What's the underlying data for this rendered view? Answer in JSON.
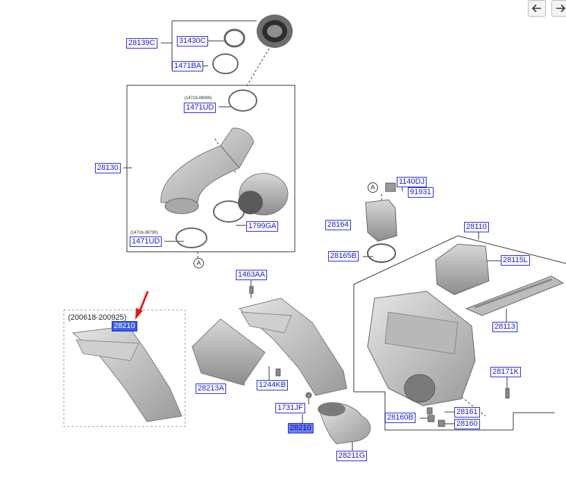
{
  "nav": {
    "back_icon": "arrow-left-icon",
    "forward_icon": "arrow-right-icon"
  },
  "colors": {
    "label_border": "#2b2bd6",
    "label_text": "#1a1ad0",
    "selected_fill": "#3b5de6",
    "pointer_arrow": "#e11b1b"
  },
  "labels": {
    "p28139C": "28139C",
    "p31430C": "31430C",
    "p1471BA": "1471BA",
    "p1471UD_top": "1471UD",
    "p28130": "28130",
    "p1799GA": "1799GA",
    "p1471UD_bottom": "1471UD",
    "p1463AA": "1463AA",
    "p28210_selected": "28210",
    "p28213A": "28213A",
    "p1244KB": "1244KB",
    "p1731JF": "1731JF",
    "p28210_lower": "28210",
    "p28211G": "28211G",
    "p1140DJ": "1140DJ",
    "p91931": "91931",
    "p28164": "28164",
    "p28165B": "28165B",
    "p28110": "28110",
    "p28115L": "28115L",
    "p28113": "28113",
    "p28171K": "28171K",
    "p28160B": "28160B",
    "p28161": "28161",
    "p28160": "28160"
  },
  "notes": {
    "top_clamp_range": "(14719-09000)",
    "bottom_clamp_range": "(14716-38700)"
  },
  "captions": {
    "variant_range": "(200618-200925)"
  },
  "markers": {
    "detail_a_top": "A",
    "detail_a_sensor": "A"
  }
}
